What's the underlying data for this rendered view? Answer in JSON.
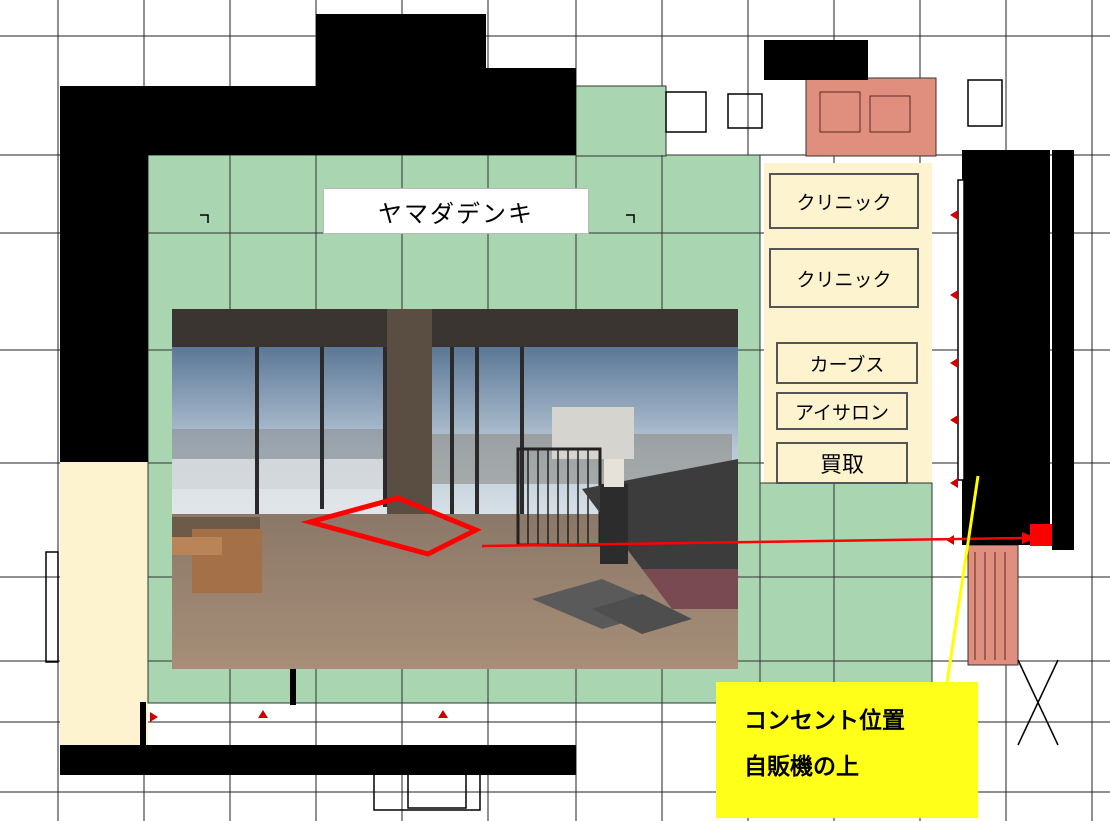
{
  "map": {
    "store_main": "ヤマダデンキ",
    "tenants": [
      "クリニック",
      "クリニック",
      "カーブス",
      "アイサロン",
      "買取"
    ]
  },
  "callout": {
    "line1": "コンセント位置",
    "line2": "自販機の上"
  },
  "colors": {
    "store_green": "#a9d6b1",
    "service_pink": "#e08f7f",
    "tenant_cream": "#fdf3cf",
    "outer_wall": "#000000",
    "marker_red": "#ff0000",
    "callout_yellow": "#ffff1a",
    "pointer_yellow": "#ffff00"
  }
}
